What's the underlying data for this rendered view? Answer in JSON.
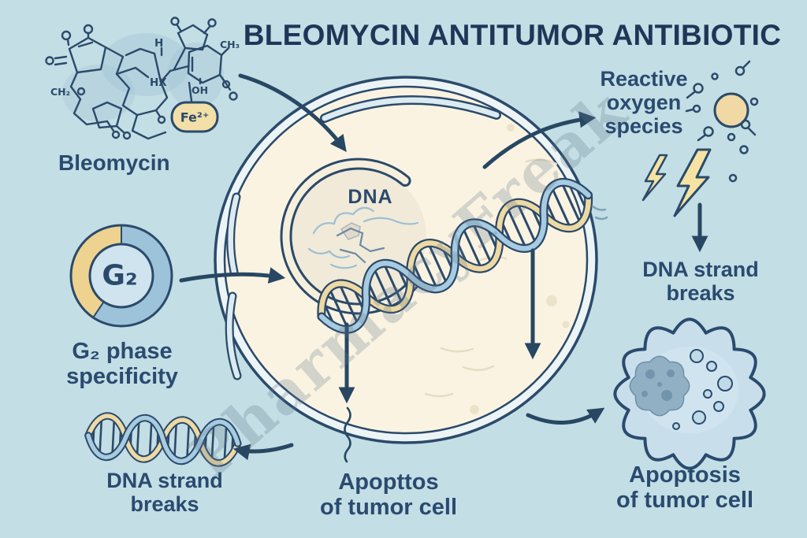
{
  "title": "BLEOMYCIN ANTITUMOR ANTIBIOTIC",
  "watermark": "PharmacyFreak",
  "colors": {
    "background": "#c3dee4",
    "navy": "#2b4a6b",
    "cell_cream": "#faf3e1",
    "accent_yellow": "#eed28f",
    "accent_blue": "#9cc3da",
    "text": "#2a4a70"
  },
  "icons": {
    "molecule-structure-icon": "skeletal formula sketch",
    "lightning-icon": "zigzag bolt",
    "dna-helix-icon": "double helix",
    "donut-chart-icon": "ring segment",
    "apoptotic-cell-icon": "blebbing cell"
  },
  "bleomycin": {
    "label": "Bleomycin",
    "fe": "Fe²⁺",
    "atoms": {
      "ch2": "CH₂",
      "hx": "HX",
      "oh": "OH",
      "ch3": "CH₃",
      "h": "H"
    }
  },
  "g2": {
    "symbol": "G₂",
    "caption": [
      "G₂ phase",
      "specificity"
    ]
  },
  "cell": {
    "dna_label": "DNA"
  },
  "ros": {
    "label": [
      "Reactive",
      "oxygen",
      "species"
    ]
  },
  "dna_breaks_right": [
    "DNA strand",
    "breaks"
  ],
  "dna_breaks_left": [
    "DNA strand",
    "breaks"
  ],
  "apoptosis_center": [
    "Apopttos",
    "of tumor cell"
  ],
  "apoptosis_right": [
    "Apoptosis",
    "of tumor cell"
  ]
}
